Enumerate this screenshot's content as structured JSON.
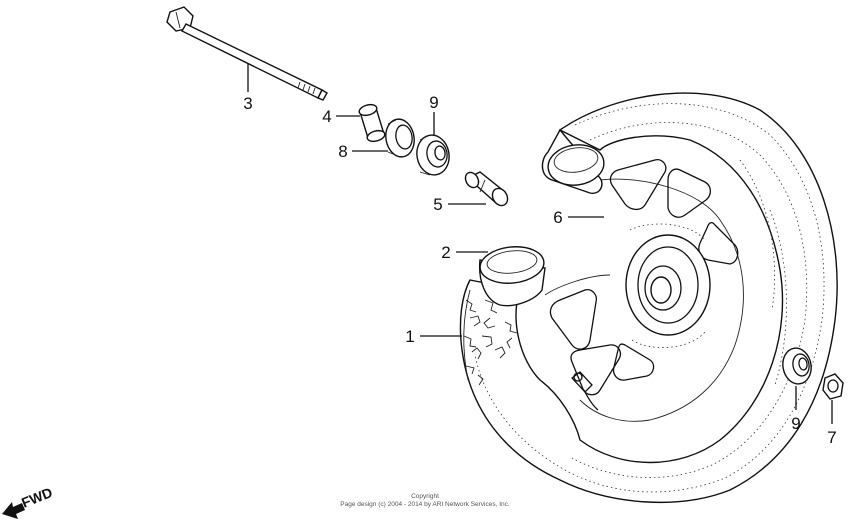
{
  "callouts": [
    {
      "id": "bolt",
      "label": "3"
    },
    {
      "id": "collar",
      "label": "4"
    },
    {
      "id": "seal",
      "label": "8"
    },
    {
      "id": "bearing-left",
      "label": "9"
    },
    {
      "id": "spacer",
      "label": "5"
    },
    {
      "id": "wheel",
      "label": "6"
    },
    {
      "id": "valve-stem-2",
      "label": "2"
    },
    {
      "id": "tire",
      "label": "1"
    },
    {
      "id": "bearing-right",
      "label": "9"
    },
    {
      "id": "nut",
      "label": "7"
    }
  ],
  "fwd_label": "FWD",
  "copyright": {
    "line1": "Copyright",
    "line2": "Page design (c) 2004 - 2014 by ARI Network Services, Inc."
  },
  "colors": {
    "ink": "#111111",
    "background": "#ffffff"
  }
}
